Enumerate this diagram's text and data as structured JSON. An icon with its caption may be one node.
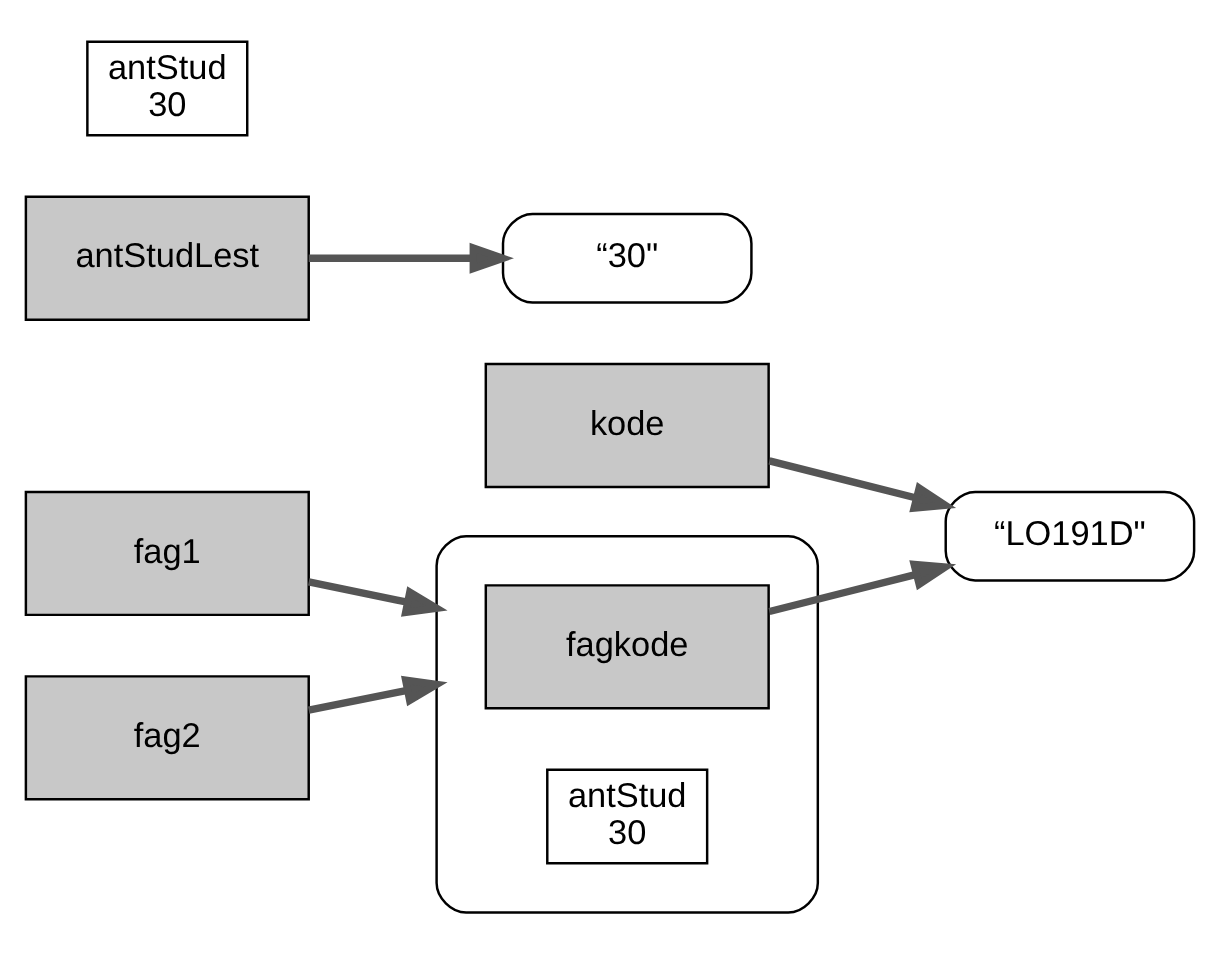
{
  "diagram": {
    "nodes": [
      {
        "text": [
          "kode"
        ]
      },
      {
        "text": [
          "“LO191D\""
        ]
      },
      {
        "text": [
          "antStudLest"
        ]
      },
      {
        "text": [
          "“30\""
        ]
      },
      {
        "text": [
          "antStud",
          "30"
        ]
      },
      {
        "text": [
          "fag1"
        ]
      },
      {
        "text": [
          "fag2"
        ]
      },
      {
        "text": [],
        "shape": "box"
      },
      {
        "text": [
          "fagkode"
        ],
        "in": 7
      },
      {
        "text": [
          "antStud",
          "30"
        ],
        "in": 7
      }
    ],
    "edges": [
      {
        "from": 0,
        "to": 1,
        "arrow": "to"
      },
      {
        "from": 2,
        "to": 3,
        "arrow": "to"
      },
      {
        "from": 5,
        "to": 7,
        "arrow": "to"
      },
      {
        "from": 6,
        "to": 7,
        "arrow": "to"
      },
      {
        "from": 8,
        "to": 1,
        "arrow": "to"
      }
    ]
  }
}
